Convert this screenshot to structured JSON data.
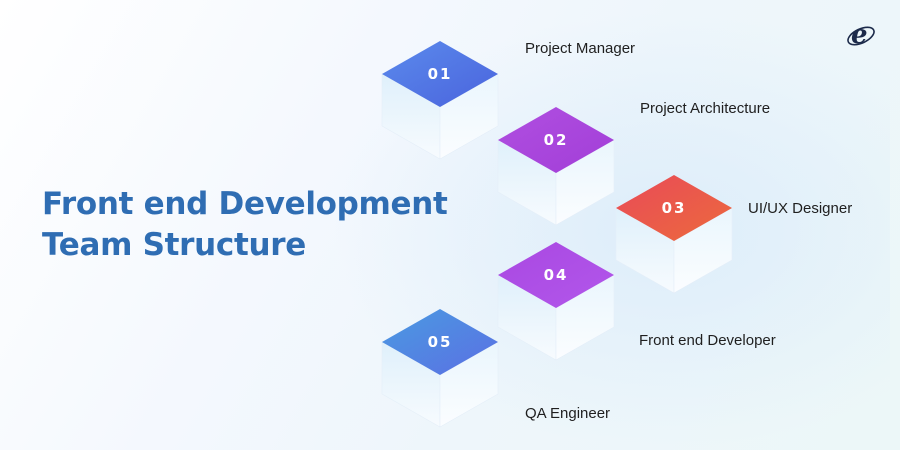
{
  "title": {
    "line1": "Front end Development",
    "line2": "Team Structure"
  },
  "logo": {
    "letter": "e",
    "icon": "e-ring-logo"
  },
  "steps": [
    {
      "number": "01",
      "label": "Project Manager",
      "color_top": "#5b8bec",
      "color_bottom": "#4a63dd"
    },
    {
      "number": "02",
      "label": "Project Architecture",
      "color_top": "#b04fe0",
      "color_bottom": "#a23ed8"
    },
    {
      "number": "03",
      "label": "UI/UX Designer",
      "color_top": "#e94a58",
      "color_bottom": "#ec6a3d"
    },
    {
      "number": "04",
      "label": "Front end Developer",
      "color_top": "#a948e2",
      "color_bottom": "#b257ea"
    },
    {
      "number": "05",
      "label": "QA Engineer",
      "color_top": "#4a9be2",
      "color_bottom": "#5b6fe3"
    }
  ],
  "colors": {
    "title": "#2f6db3",
    "cube_side_left": "#dff0fb",
    "cube_side_right": "#eaf6fd"
  }
}
